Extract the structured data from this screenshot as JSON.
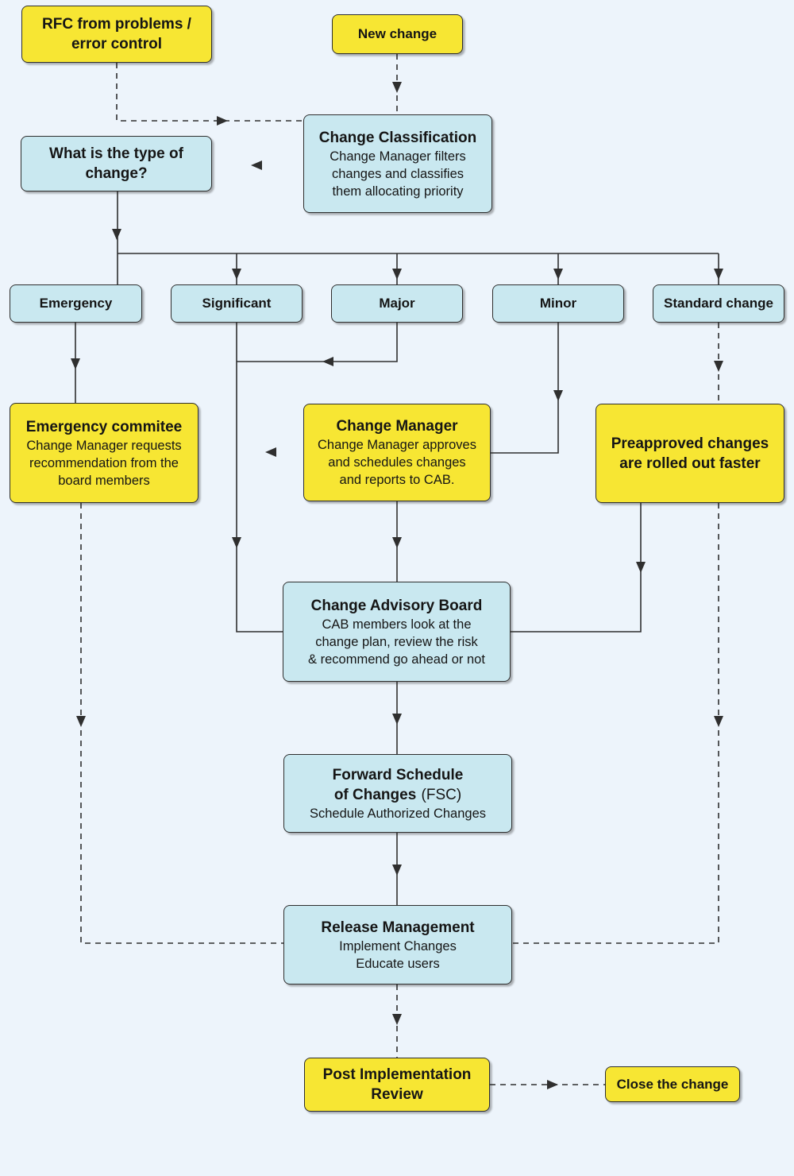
{
  "colors": {
    "yellow": "#f7e633",
    "blue": "#c9e8f0",
    "background": "#edf4fb",
    "line": "#2f2f2f"
  },
  "nodes": {
    "rfc": {
      "lines": [
        "RFC from problems /",
        "error control"
      ]
    },
    "new_change": {
      "label": "New change"
    },
    "change_classification": {
      "title": "Change Classification",
      "lines": [
        "Change Manager filters",
        "changes and classifies",
        "them allocating priority"
      ]
    },
    "what_type": {
      "lines": [
        "What is the type of",
        "change?"
      ]
    },
    "categories": {
      "emergency": "Emergency",
      "significant": "Significant",
      "major": "Major",
      "minor": "Minor",
      "standard": "Standard change"
    },
    "emergency_commitee": {
      "title": "Emergency commitee",
      "lines": [
        "Change Manager requests",
        "recommendation from the",
        "board members"
      ]
    },
    "change_manager": {
      "title": "Change Manager",
      "lines": [
        "Change Manager approves",
        "and schedules changes",
        "and reports to CAB."
      ]
    },
    "preapproved": {
      "lines": [
        "Preapproved changes",
        "are rolled out faster"
      ]
    },
    "cab": {
      "title": "Change Advisory Board",
      "lines": [
        "CAB members look at the",
        "change plan, review the risk",
        "& recommend go ahead or not"
      ]
    },
    "fsc": {
      "title_line1": "Forward Schedule",
      "title_line2_bold": "of Changes",
      "title_line2_plain": "(FSC)",
      "body": "Schedule Authorized Changes"
    },
    "release_management": {
      "title": "Release Management",
      "lines": [
        "Implement Changes",
        "Educate users"
      ]
    },
    "post_implementation_review": {
      "lines": [
        "Post Implementation",
        "Review"
      ]
    },
    "close_change": {
      "label": "Close the change"
    }
  }
}
